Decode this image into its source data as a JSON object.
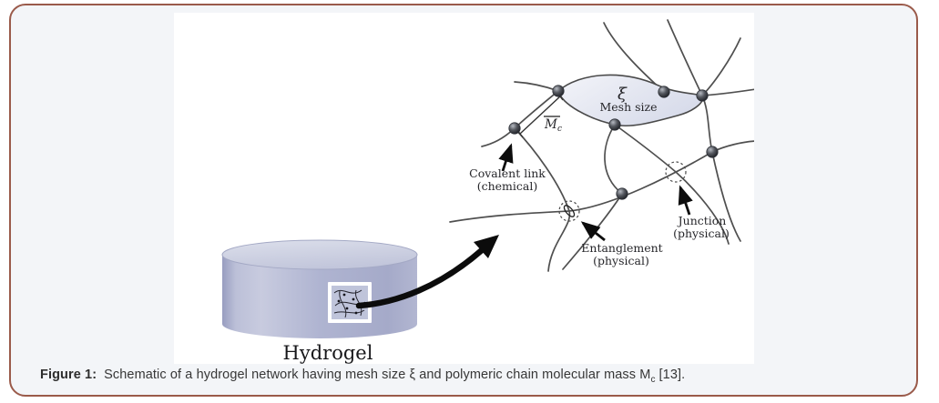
{
  "caption": {
    "label": "Figure 1:",
    "body": "Schematic of a hydrogel network having mesh size ξ and polymeric chain molecular mass M",
    "subscript": "c",
    "suffix": "[13]."
  },
  "diagram": {
    "xi_symbol": "ξ",
    "mesh_size_label": "Mesh size",
    "mc_label": "M",
    "mc_subscript": "c",
    "covalent_link_line1": "Covalent link",
    "covalent_link_line2": "(chemical)",
    "entanglement_line1": "Entanglement",
    "entanglement_line2": "(physical)",
    "junction_line1": "Junction",
    "junction_line2": "(physical)",
    "hydrogel_label": "Hydrogel"
  },
  "colors": {
    "frame_border": "#9a5a4a",
    "panel_background": "#f3f5f8",
    "figure_background": "#ffffff",
    "chain_stroke": "#4f4f4f",
    "mesh_region_fill": "#dfe3ee",
    "crosslink_node": "#1d2025",
    "cylinder_body": "#aeb3d0",
    "cylinder_top": "#cdd0e2",
    "arrow": "#0d0d0d",
    "label_text": "#26262a"
  }
}
